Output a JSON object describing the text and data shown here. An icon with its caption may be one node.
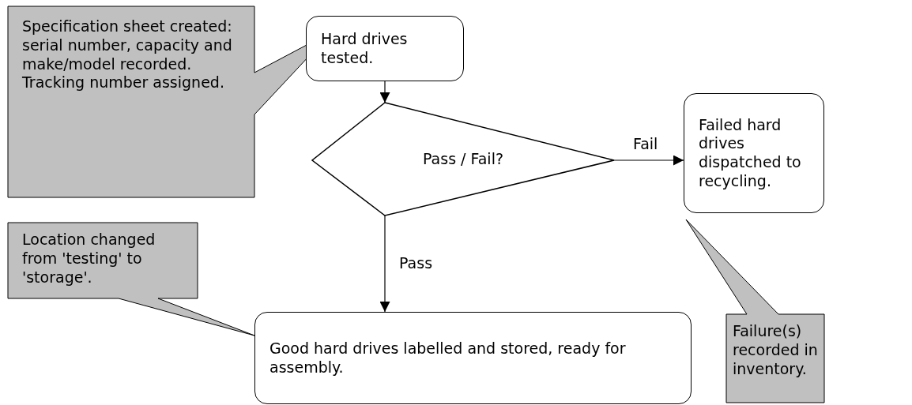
{
  "diagram": {
    "nodes": [
      {
        "text": [
          "Specification sheet created: serial number, capacity and make/model recorded. Tracking number assigned."
        ]
      },
      {
        "text": [
          "Hard drives tested."
        ]
      },
      {
        "text": [
          "Pass / Fail?"
        ]
      },
      {
        "text": [
          "Failed hard drives dispatched to recycling."
        ]
      },
      {
        "text": [
          "Location changed from 'testing' to 'storage'."
        ]
      },
      {
        "text": [
          "Good hard drives labelled and stored, ready for assembly."
        ]
      },
      {
        "text": [
          "Failure(s) recorded in inventory."
        ]
      }
    ],
    "edges": [
      {
        "from": 1,
        "to": 2,
        "arrow": "to"
      },
      {
        "from": 2,
        "to": 3,
        "arrow": "to",
        "label": "Fail"
      },
      {
        "from": 2,
        "to": 5,
        "arrow": "to",
        "label": "Pass"
      }
    ]
  }
}
